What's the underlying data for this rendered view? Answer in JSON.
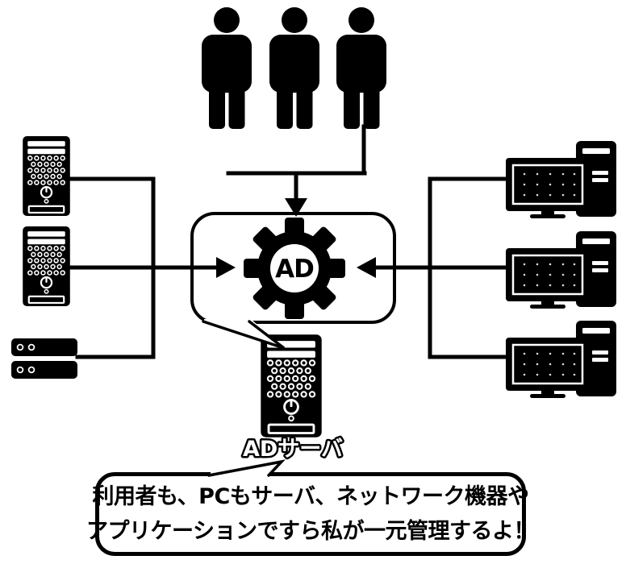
{
  "colors": {
    "ink": "#000000",
    "background": "#ffffff"
  },
  "hub": {
    "gear_label": "AD"
  },
  "ad_server_label": "ADサーバ",
  "callout": {
    "line1": "利用者も、PCもサーバ、ネットワーク機器や",
    "line2": "アプリケーションですら私が一元管理するよ！"
  },
  "groups": {
    "users_count": 3,
    "left_servers_count": 2,
    "network_devices_count": 1,
    "client_pcs_count": 3
  },
  "icons": {
    "user-icon": "black person silhouette",
    "server-icon": "tower server front panel with vents and power button",
    "network-device-icon": "stacked rack network units with indicator ports",
    "pc-icon": "desktop computer: monitor with stand and tower",
    "gear-icon": "cog wheel with AD in center",
    "arrow-icon": "solid black directional arrow"
  }
}
